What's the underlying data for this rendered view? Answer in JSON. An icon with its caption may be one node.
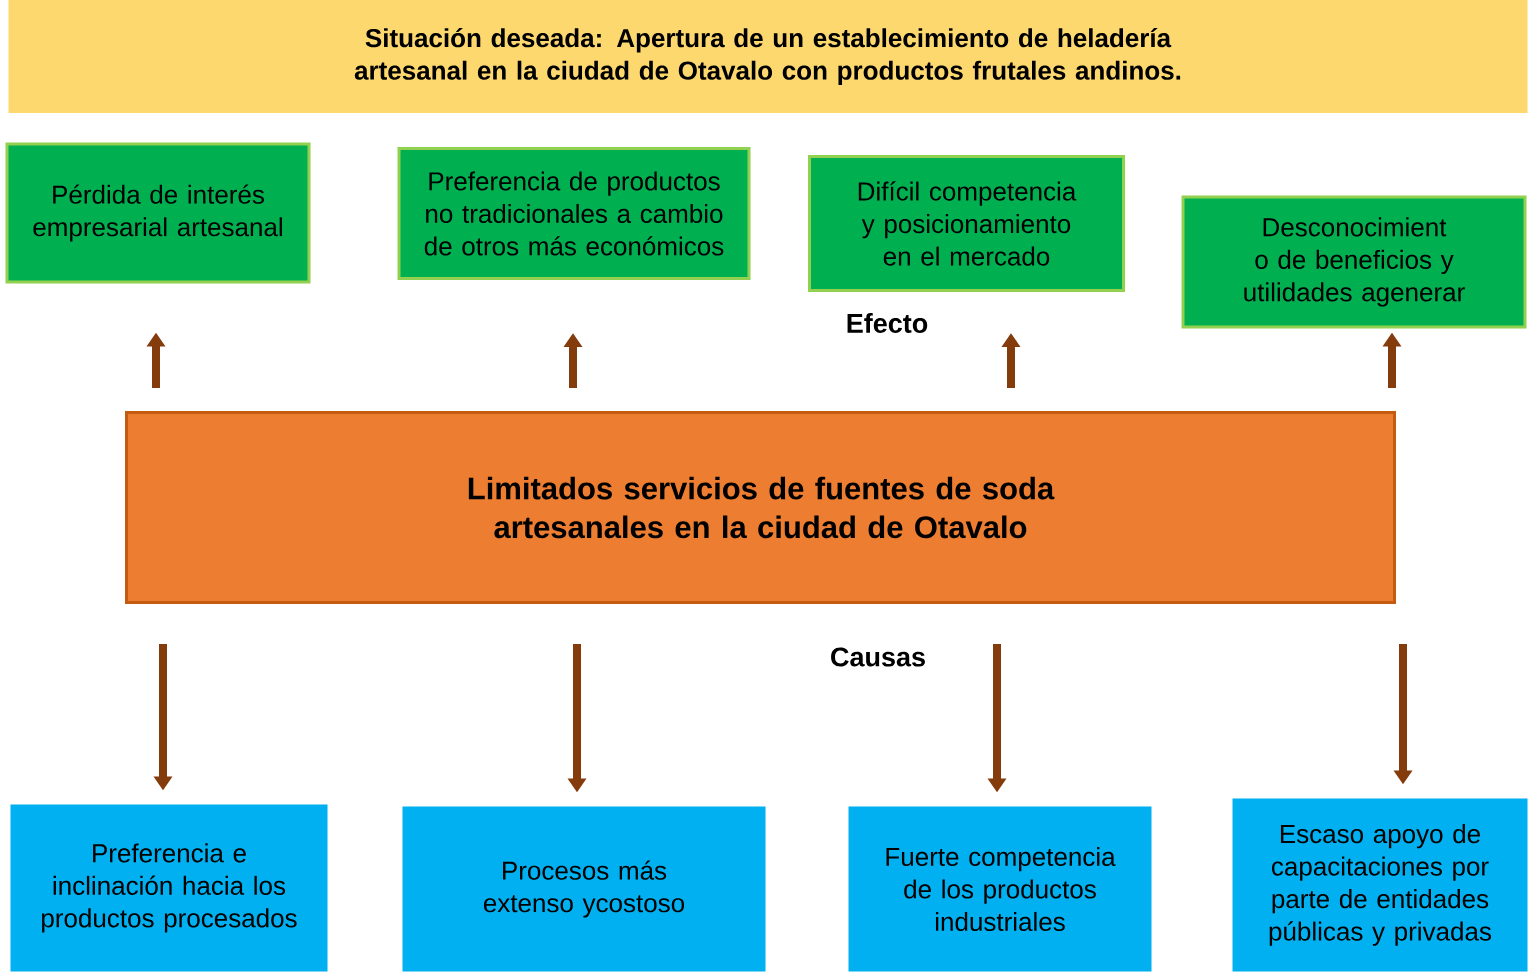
{
  "diagram": {
    "nodes": [
      {
        "text": [
          "Situación deseada: Apertura de un establecimiento de heladería artesanal en la ciudad de Otavalo con productos frutales andinos."
        ]
      },
      {
        "text": [
          "Pérdida de interés empresarial artesanal"
        ]
      },
      {
        "text": [
          "Preferencia de productos no tradicionales a cambio de otros más económicos"
        ]
      },
      {
        "text": [
          "Difícil competencia y posicionamiento en el mercado"
        ]
      },
      {
        "text": [
          "Desconocimient o de beneficios y utilidades agenerar"
        ]
      },
      {
        "text": [
          "Limitados servicios de fuentes de soda artesanales en la ciudad de Otavalo"
        ]
      },
      {
        "text": [
          "Preferencia e inclinación hacia los productos procesados"
        ]
      },
      {
        "text": [
          "Procesos más extenso ycostoso"
        ]
      },
      {
        "text": [
          "Fuerte competencia de los productos industriales"
        ]
      },
      {
        "text": [
          "Escaso apoyo de capacitaciones por parte de entidades públicas y privadas"
        ]
      }
    ],
    "edges": [
      {
        "from": 5,
        "to": 1,
        "arrow": "to"
      },
      {
        "from": 5,
        "to": 2,
        "arrow": "to"
      },
      {
        "from": 5,
        "to": 3,
        "arrow": "to"
      },
      {
        "from": 5,
        "to": 4,
        "arrow": "to"
      },
      {
        "from": 5,
        "to": 6,
        "arrow": "to"
      },
      {
        "from": 5,
        "to": 7,
        "arrow": "to"
      },
      {
        "from": 5,
        "to": 8,
        "arrow": "to"
      },
      {
        "from": 5,
        "to": 9,
        "arrow": "to"
      }
    ],
    "labels": [
      "Efecto",
      "Causas"
    ]
  }
}
